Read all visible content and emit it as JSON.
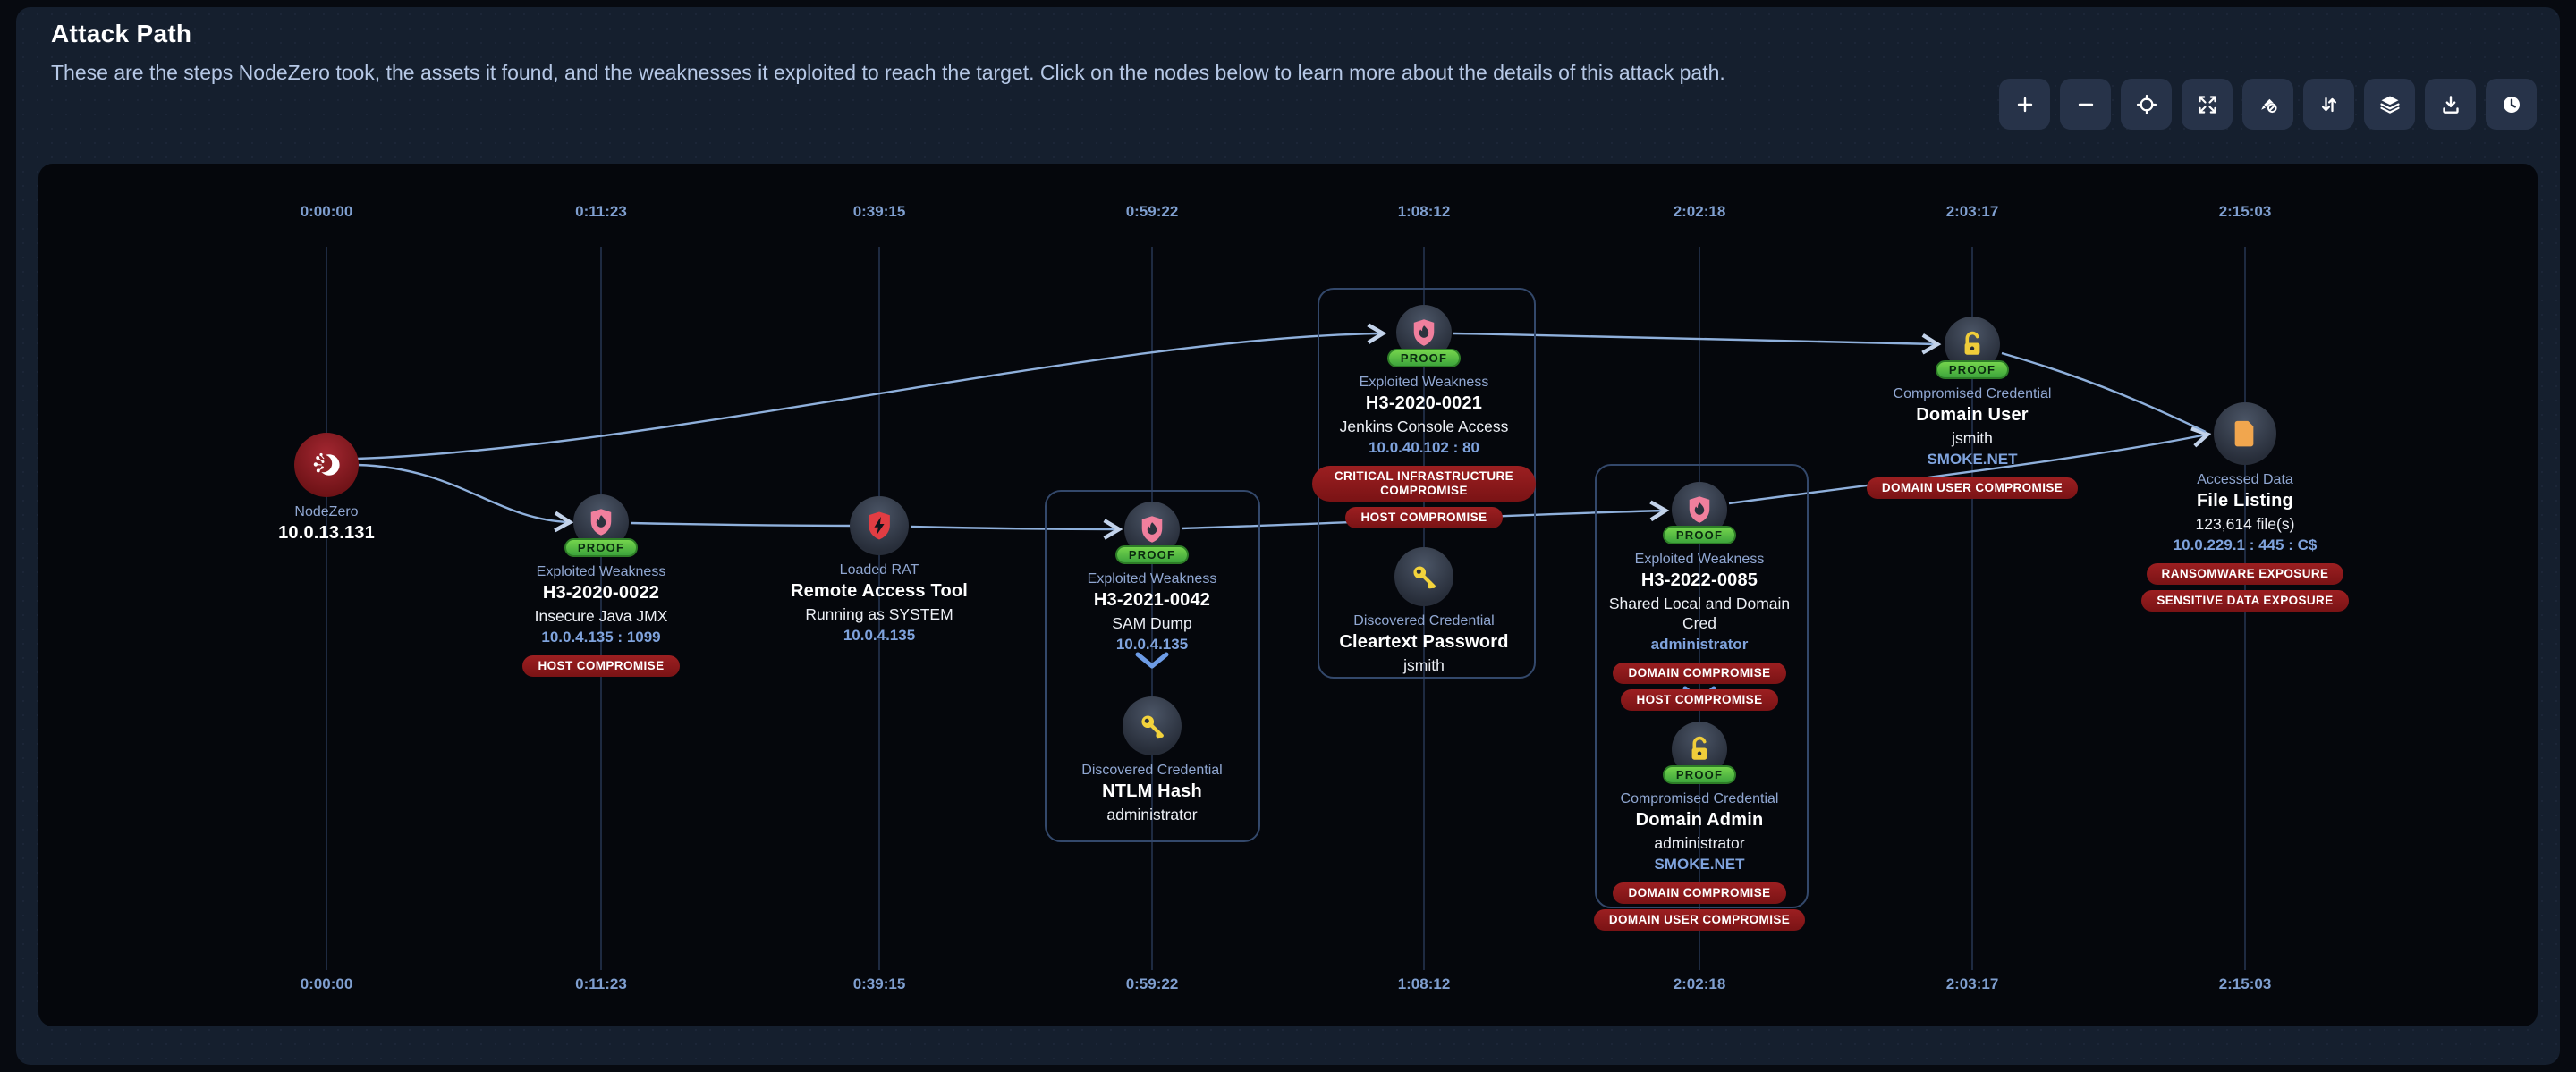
{
  "header": {
    "title": "Attack Path",
    "subtitle": "These are the steps NodeZero took, the assets it found, and the weaknesses it exploited to reach the target. Click on the nodes below to learn more about the details of this attack path."
  },
  "toolbar": {
    "icons": [
      "zoom-in",
      "zoom-out",
      "center-target",
      "fullscreen",
      "marker-off",
      "swap-vertical",
      "layers",
      "download",
      "history-clock"
    ]
  },
  "timeline": {
    "labels": [
      "0:00:00",
      "0:11:23",
      "0:39:15",
      "0:59:22",
      "1:08:12",
      "2:02:18",
      "2:03:17",
      "2:15:03"
    ]
  },
  "labels": {
    "proof": "PROOF"
  },
  "nodes": [
    {
      "id": "nodezero",
      "icon": "nodezero-logo",
      "category": "NodeZero",
      "title": "10.0.13.131"
    },
    {
      "id": "h3-2020-0022",
      "icon": "shield-flame",
      "proof": true,
      "category": "Exploited Weakness",
      "title": "H3-2020-0022",
      "subtitle": "Insecure Java JMX",
      "info": "10.0.4.135 : 1099",
      "tags": [
        "HOST COMPROMISE"
      ]
    },
    {
      "id": "remote-access-tool",
      "icon": "shield-bolt",
      "category": "Loaded RAT",
      "title": "Remote Access Tool",
      "subtitle": "Running as SYSTEM",
      "info": "10.0.4.135"
    },
    {
      "id": "h3-2021-0042",
      "icon": "shield-flame",
      "proof": true,
      "category": "Exploited Weakness",
      "title": "H3-2021-0042",
      "subtitle": "SAM Dump",
      "info": "10.0.4.135"
    },
    {
      "id": "ntlm-hash",
      "icon": "key",
      "category": "Discovered Credential",
      "title": "NTLM Hash",
      "subtitle": "administrator"
    },
    {
      "id": "h3-2020-0021",
      "icon": "shield-flame",
      "proof": true,
      "category": "Exploited Weakness",
      "title": "H3-2020-0021",
      "subtitle": "Jenkins Console Access",
      "info": "10.0.40.102 : 80",
      "tags": [
        "CRITICAL INFRASTRUCTURE COMPROMISE",
        "HOST COMPROMISE"
      ]
    },
    {
      "id": "cleartext-password",
      "icon": "key",
      "category": "Discovered Credential",
      "title": "Cleartext Password",
      "subtitle": "jsmith"
    },
    {
      "id": "h3-2022-0085",
      "icon": "shield-flame",
      "proof": true,
      "category": "Exploited Weakness",
      "title": "H3-2022-0085",
      "subtitle": "Shared Local and Domain Cred",
      "info": "administrator",
      "tags": [
        "DOMAIN COMPROMISE",
        "HOST COMPROMISE"
      ]
    },
    {
      "id": "domain-admin",
      "icon": "lock-open",
      "proof": true,
      "category": "Compromised Credential",
      "title": "Domain Admin",
      "subtitle": "administrator",
      "info": "SMOKE.NET",
      "tags": [
        "DOMAIN COMPROMISE",
        "DOMAIN USER COMPROMISE"
      ]
    },
    {
      "id": "domain-user",
      "icon": "lock-open",
      "proof": true,
      "category": "Compromised Credential",
      "title": "Domain User",
      "subtitle": "jsmith",
      "info": "SMOKE.NET",
      "tags": [
        "DOMAIN USER COMPROMISE"
      ]
    },
    {
      "id": "file-listing",
      "icon": "file",
      "category": "Accessed Data",
      "title": "File Listing",
      "subtitle": "123,614 file(s)",
      "info": "10.0.229.1 : 445 : C$",
      "tags": [
        "RANSOMWARE EXPOSURE",
        "SENSITIVE DATA EXPOSURE"
      ]
    }
  ],
  "colors": {
    "edge": "#8fb0dc",
    "grid": "#24344f",
    "proof_green": "#52c234",
    "tag_red": "#8f1a1c",
    "shield_pink": "#f07f9d",
    "shield_red": "#e23d43",
    "key_yellow": "#f3d33c",
    "file_orange": "#f1a64e",
    "nodezero_red": "#8e2026",
    "info_blue": "#7fa3dd"
  }
}
